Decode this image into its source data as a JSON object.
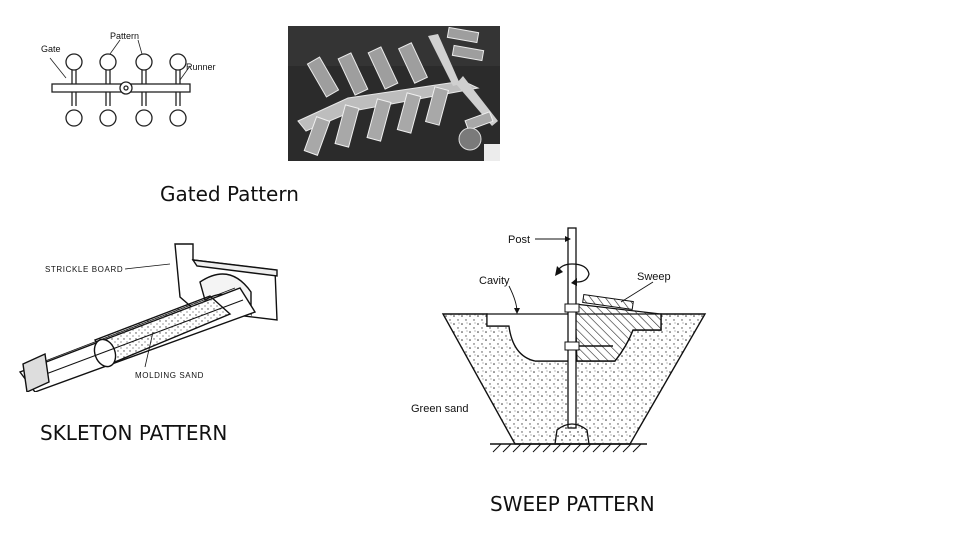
{
  "captions": {
    "gated": "Gated Pattern",
    "skeleton": "SKLETON PATTERN",
    "sweep": "SWEEP PATTERN"
  },
  "gated_diagram": {
    "labels": {
      "gate": "Gate",
      "pattern": "Pattern",
      "runner": "Runner"
    }
  },
  "skeleton_diagram": {
    "labels": {
      "strickle_board": "STRICKLE BOARD",
      "molding_sand": "MOLDING SAND"
    }
  },
  "sweep_diagram": {
    "labels": {
      "post": "Post",
      "cavity": "Cavity",
      "sweep": "Sweep",
      "green_sand": "Green sand"
    }
  },
  "photo": {
    "icon": "casting-photo-icon"
  }
}
